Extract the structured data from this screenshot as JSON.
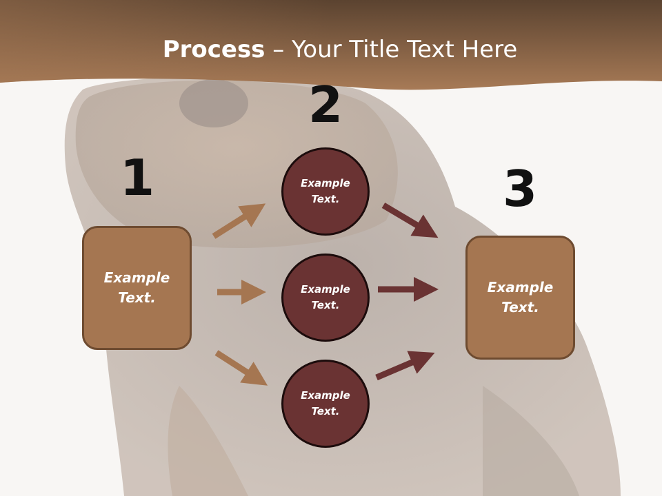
{
  "title": {
    "bold": "Process",
    "rest": " – Your Title Text Here"
  },
  "numbers": {
    "one": "1",
    "two": "2",
    "three": "3"
  },
  "left_box": {
    "line1": "Example",
    "line2": "Text."
  },
  "right_box": {
    "line1": "Example",
    "line2": "Text."
  },
  "circles": [
    {
      "line1": "Example",
      "line2": "Text."
    },
    {
      "line1": "Example",
      "line2": "Text."
    },
    {
      "line1": "Example",
      "line2": "Text."
    }
  ],
  "colors": {
    "header_dark": "#5b4330",
    "header_light": "#a77a56",
    "box_fill": "#a57651",
    "circle_fill": "#6a3333",
    "arrow_light": "#a57651",
    "arrow_dark": "#6a3333"
  }
}
